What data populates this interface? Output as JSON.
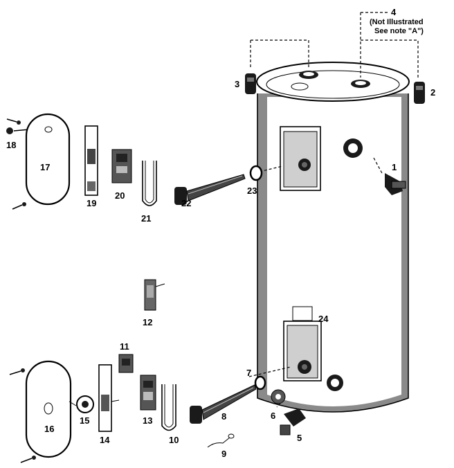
{
  "labels": {
    "p1": "1",
    "p2": "2",
    "p3": "3",
    "p4": "4",
    "p5": "5",
    "p6": "6",
    "p7": "7",
    "p8": "8",
    "p9": "9",
    "p10": "10",
    "p11": "11",
    "p12": "12",
    "p13": "13",
    "p14": "14",
    "p15": "15",
    "p16": "16",
    "p17": "17",
    "p18": "18",
    "p19": "19",
    "p20": "20",
    "p21": "21",
    "p22": "22",
    "p23": "23",
    "p24": "24"
  },
  "note_line1": "(Not Illustrated",
  "note_line2": "See note \"A\")"
}
